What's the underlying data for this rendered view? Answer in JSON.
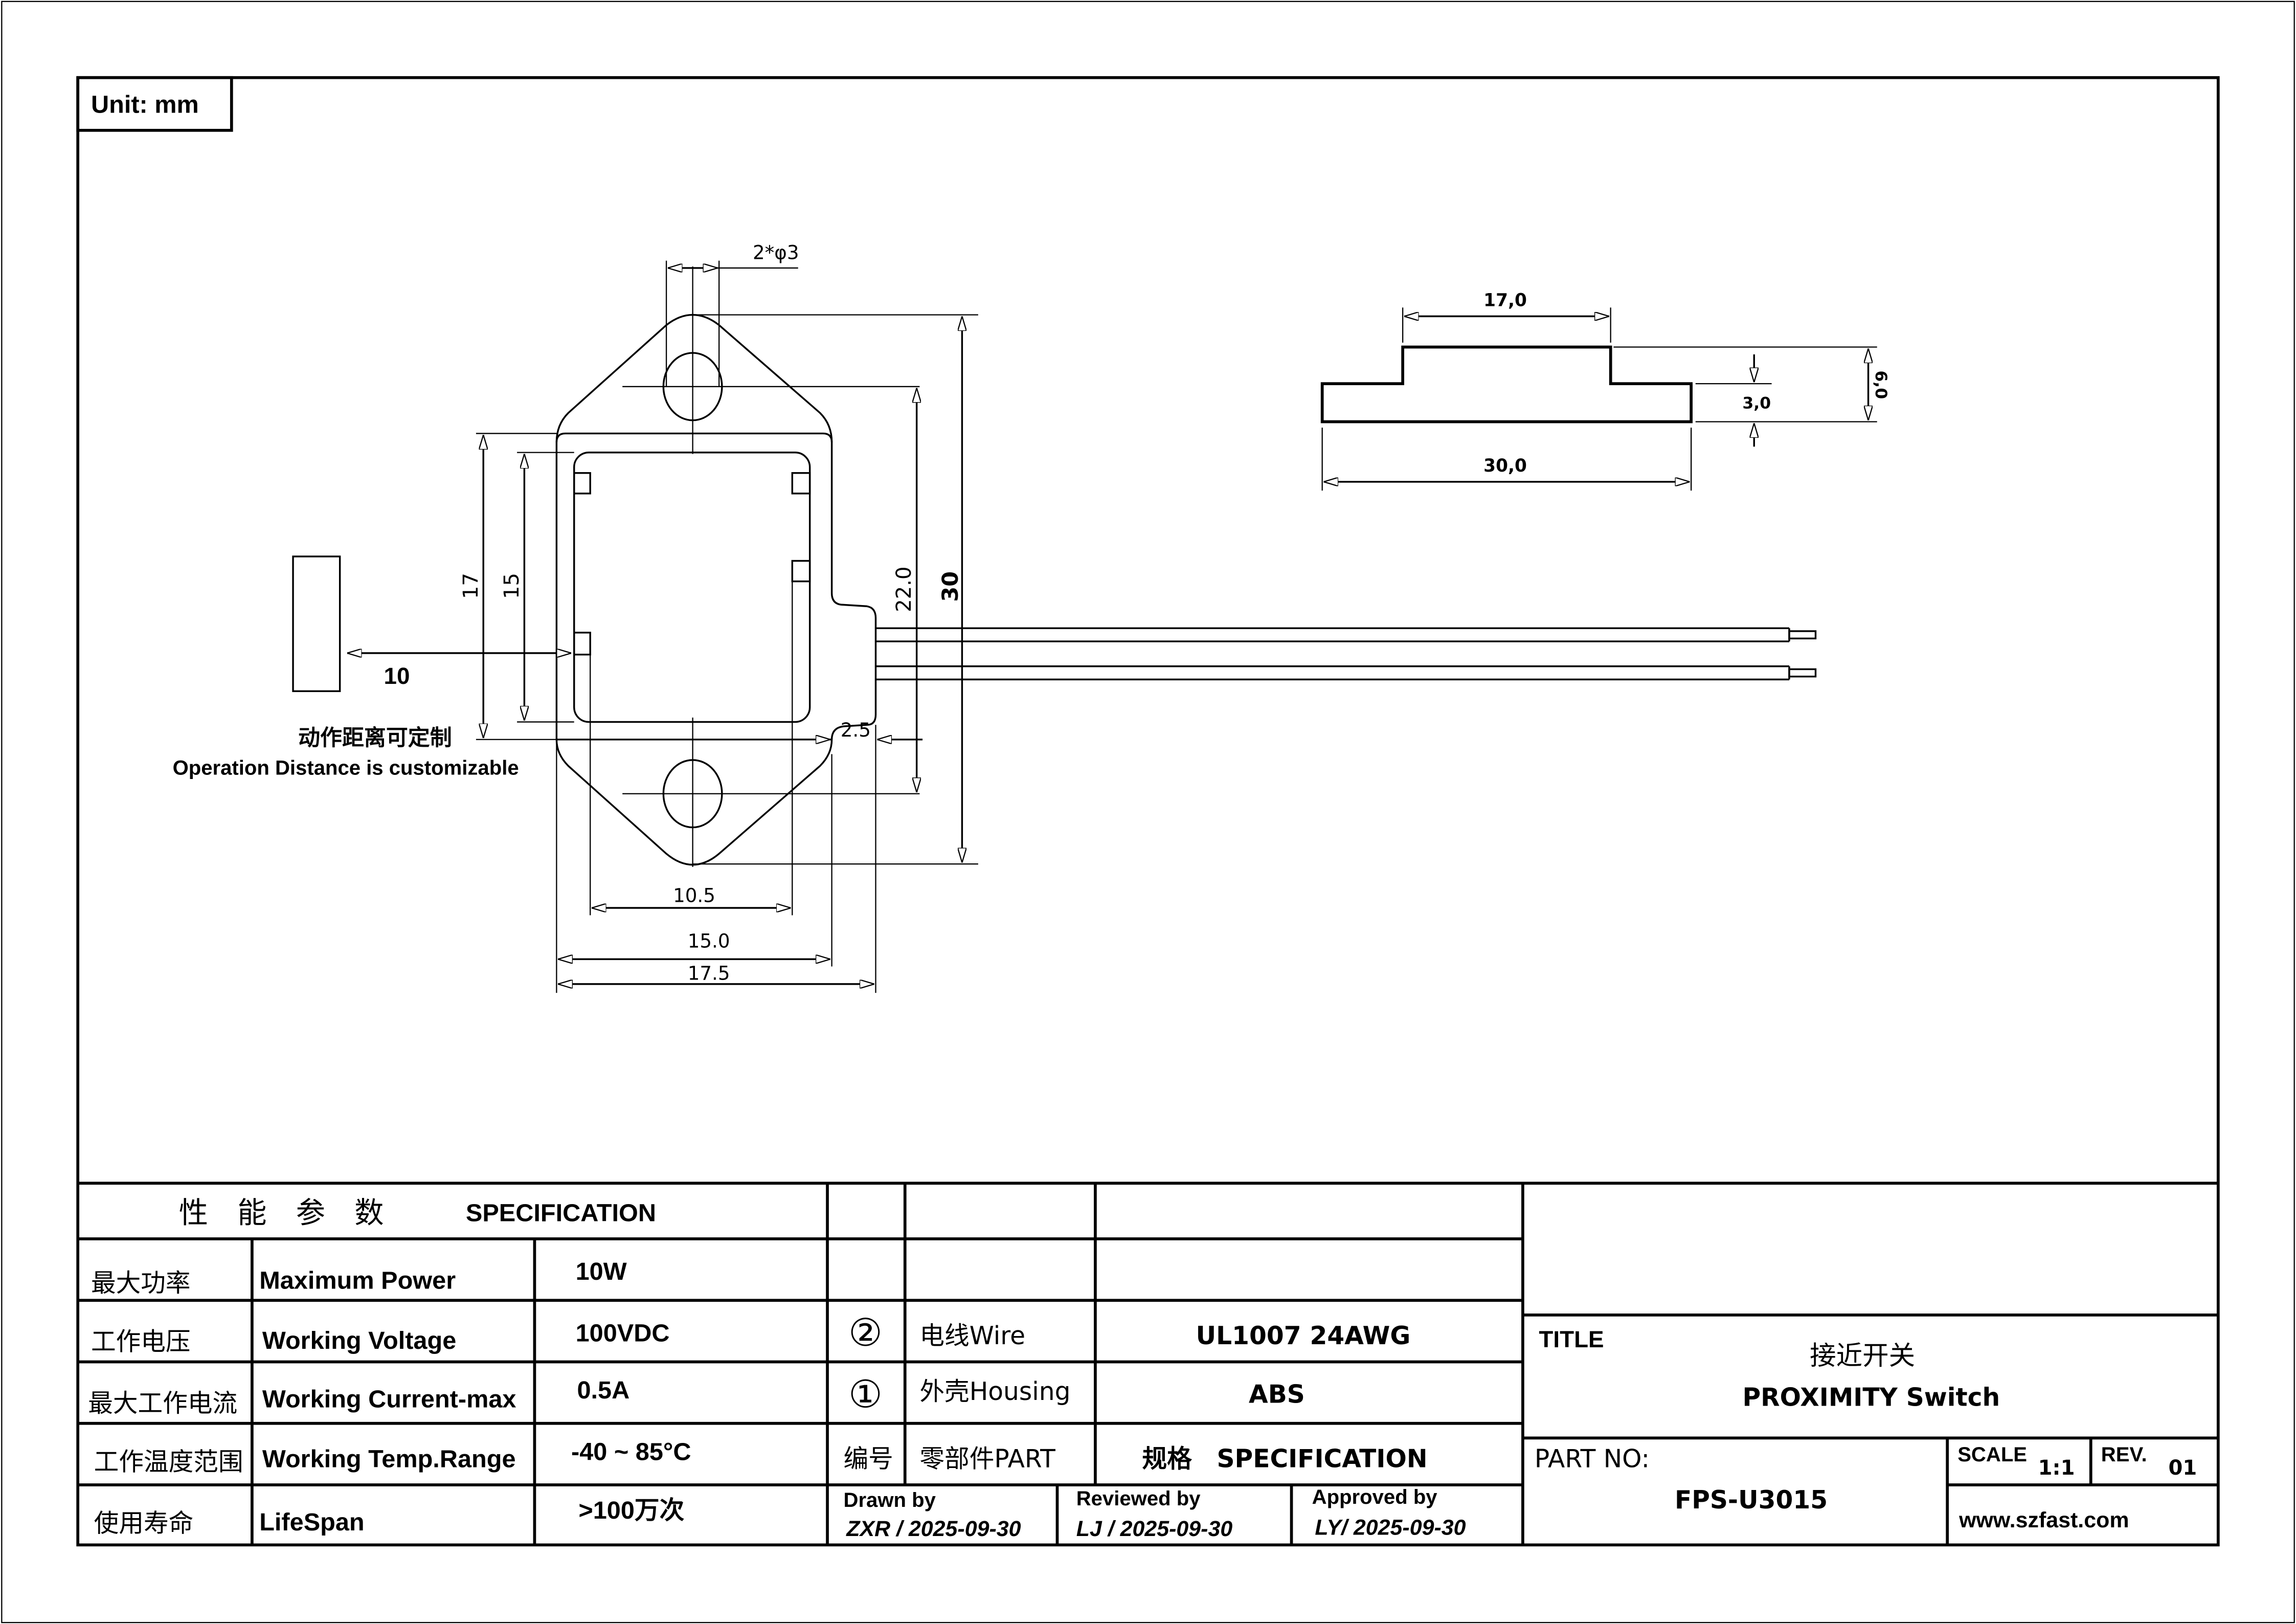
{
  "unit_label": "Unit: mm",
  "drawing": {
    "hole_dim": "2*φ3",
    "dim_17": "17",
    "dim_15": "15",
    "dim_22": "22.0",
    "dim_30": "30",
    "dim_2_5": "2.5",
    "dim_10_5": "10.5",
    "dim_15_0": "15.0",
    "dim_17_5": "17.5",
    "distance": "10",
    "note_cn": "动作距离可定制",
    "note_en": "Operation Distance is customizable",
    "side_top_width": "17,0",
    "side_total_width": "30,0",
    "side_base_height": "3,0",
    "side_total_height": "6,0"
  },
  "spec_table": {
    "header_cn": "性　能　参　数",
    "header_en": "SPECIFICATION",
    "rows": [
      {
        "cn": "最大功率",
        "en": "Maximum Power",
        "value": "10W"
      },
      {
        "cn": "工作电压",
        "en": "Working Voltage",
        "value": "100VDC"
      },
      {
        "cn": "最大工作电流",
        "en": "Working Current-max",
        "value": "0.5A"
      },
      {
        "cn": "工作温度范围",
        "en": "Working Temp.Range",
        "value": "-40 ~ 85°C"
      },
      {
        "cn": "使用寿命",
        "en": "LifeSpan",
        "value": ">100万次"
      }
    ]
  },
  "parts_table": {
    "rows": [
      {
        "no": "②",
        "part": "电线Wire",
        "spec": "UL1007 24AWG"
      },
      {
        "no": "①",
        "part": "外壳Housing",
        "spec": "ABS"
      }
    ],
    "header": {
      "no": "编号",
      "part": "零部件PART",
      "spec": "规格　SPECIFICATION"
    }
  },
  "signoff": {
    "drawn_label": "Drawn by",
    "drawn_value": "ZXR / 2025-09-30",
    "reviewed_label": "Reviewed by",
    "reviewed_value": "LJ / 2025-09-30",
    "approved_label": "Approved by",
    "approved_value": "LY/ 2025-09-30"
  },
  "title_block": {
    "title_label": "TITLE",
    "title_cn": "接近开关",
    "title_en": "PROXIMITY Switch",
    "part_no_label": "PART NO:",
    "part_no": "FPS-U3015",
    "scale_label": "SCALE",
    "scale": "1:1",
    "rev_label": "REV.",
    "rev": "01",
    "website": "www.szfast.com"
  }
}
